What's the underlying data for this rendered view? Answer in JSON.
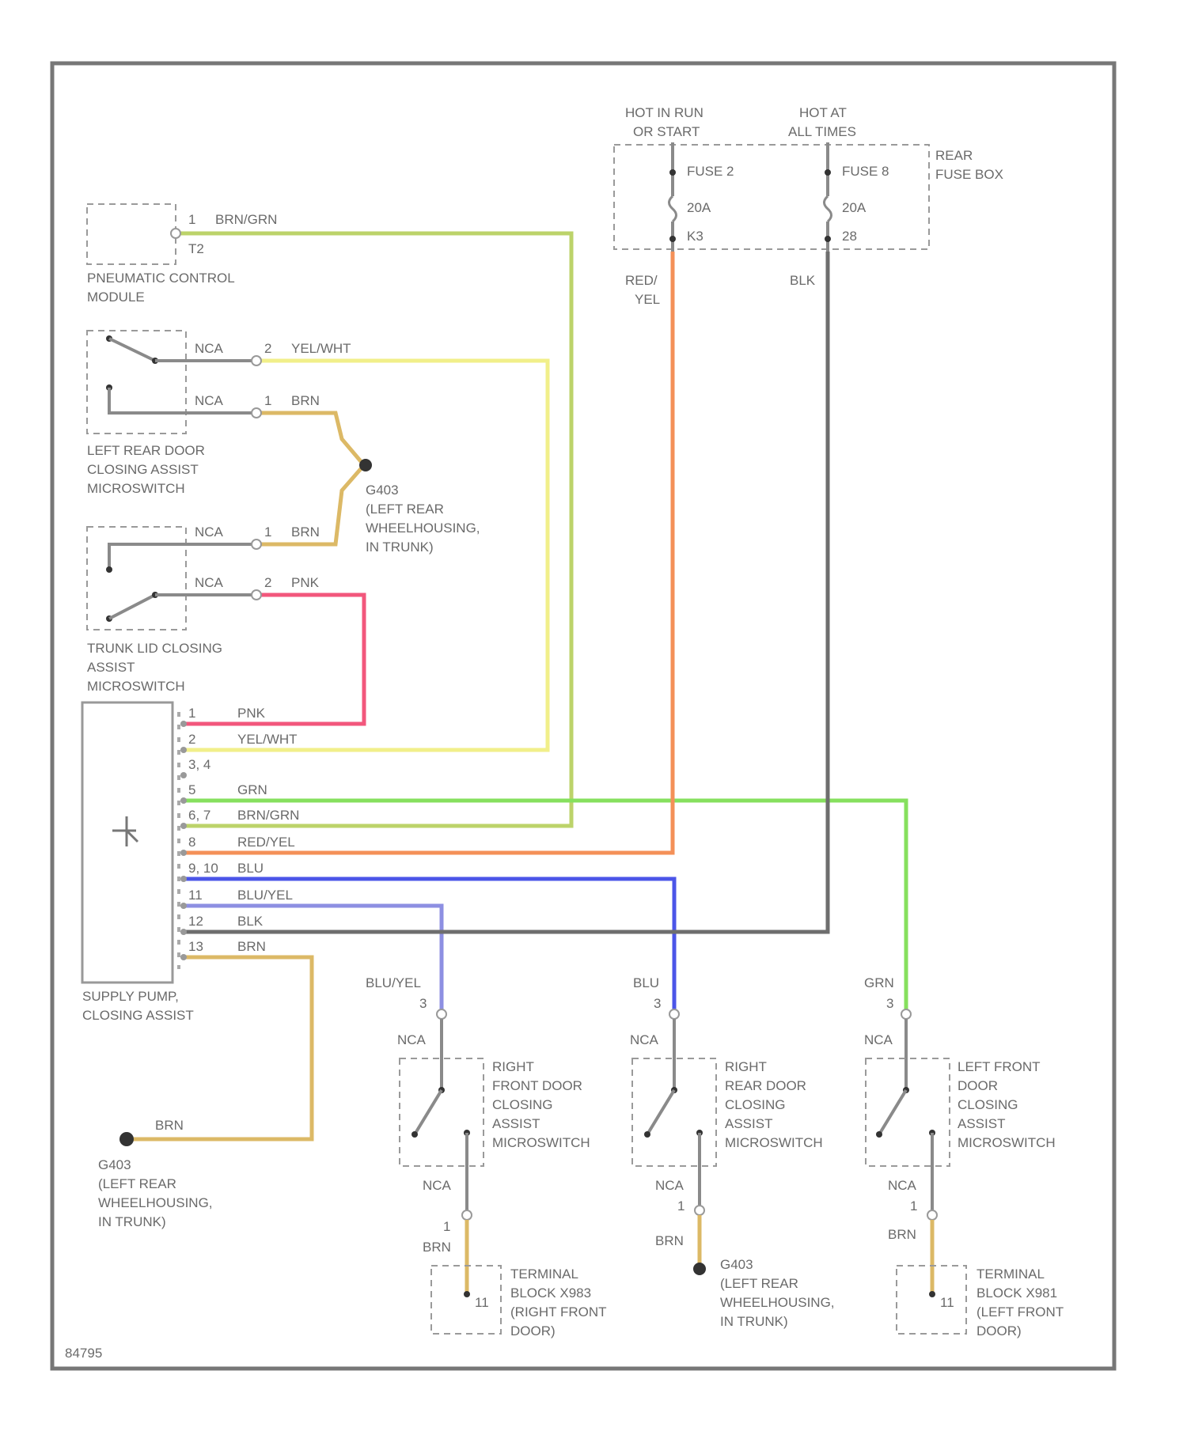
{
  "diagram_id": "84795",
  "power": {
    "hot_run": [
      "HOT IN RUN",
      "OR START"
    ],
    "hot_all": [
      "HOT AT",
      "ALL TIMES"
    ],
    "fuse2": {
      "name": "FUSE 2",
      "amps": "20A",
      "pin": "K3"
    },
    "fuse8": {
      "name": "FUSE 8",
      "amps": "20A",
      "pin": "28"
    },
    "fuse_box": [
      "REAR",
      "FUSE BOX"
    ],
    "red_yel_wire": [
      "RED/",
      "YEL"
    ],
    "blk_wire": "BLK"
  },
  "pcm": {
    "pin": "1",
    "wire": "BRN/GRN",
    "connector": "T2",
    "label": [
      "PNEUMATIC CONTROL",
      "MODULE"
    ]
  },
  "lr_door_switch": {
    "nca1": "NCA",
    "pin1": "2",
    "wire1": "YEL/WHT",
    "nca2": "NCA",
    "pin2": "1",
    "wire2": "BRN",
    "label": [
      "LEFT REAR DOOR",
      "CLOSING ASSIST",
      "MICROSWITCH"
    ]
  },
  "ground_g403_mid": [
    "G403",
    "(LEFT REAR",
    "WHEELHOUSING,",
    "IN TRUNK)"
  ],
  "trunk_switch": {
    "nca1": "NCA",
    "pin1": "1",
    "wire1": "BRN",
    "nca2": "NCA",
    "pin2": "2",
    "wire2": "PNK",
    "label": [
      "TRUNK LID CLOSING",
      "ASSIST",
      "MICROSWITCH"
    ]
  },
  "supply_pump": {
    "label": [
      "SUPPLY PUMP,",
      "CLOSING ASSIST"
    ],
    "rows": [
      {
        "pin": "1",
        "wire": "PNK"
      },
      {
        "pin": "2",
        "wire": "YEL/WHT"
      },
      {
        "pin": "3, 4",
        "wire": ""
      },
      {
        "pin": "5",
        "wire": "GRN"
      },
      {
        "pin": "6, 7",
        "wire": "BRN/GRN"
      },
      {
        "pin": "8",
        "wire": "RED/YEL"
      },
      {
        "pin": "9, 10",
        "wire": "BLU"
      },
      {
        "pin": "11",
        "wire": "BLU/YEL"
      },
      {
        "pin": "12",
        "wire": "BLK"
      },
      {
        "pin": "13",
        "wire": "BRN"
      }
    ]
  },
  "ground_g403_left": {
    "wire": "BRN",
    "label": [
      "G403",
      "(LEFT REAR",
      "WHEELHOUSING,",
      "IN TRUNK)"
    ]
  },
  "rf_switch": {
    "in_wire": "BLU/YEL",
    "in_pin": "3",
    "nca_top": "NCA",
    "label": [
      "RIGHT",
      "FRONT DOOR",
      "CLOSING",
      "ASSIST",
      "MICROSWITCH"
    ],
    "nca_bot": "NCA",
    "out_pin": "1",
    "out_wire": "BRN",
    "terminal": [
      "TERMINAL",
      "BLOCK X983",
      "(RIGHT FRONT",
      "DOOR)"
    ],
    "term_pin": "11"
  },
  "rr_switch": {
    "in_wire": "BLU",
    "in_pin": "3",
    "nca_top": "NCA",
    "label": [
      "RIGHT",
      "REAR DOOR",
      "CLOSING",
      "ASSIST",
      "MICROSWITCH"
    ],
    "nca_bot": "NCA",
    "out_pin": "1",
    "out_wire": "BRN",
    "ground": [
      "G403",
      "(LEFT REAR",
      "WHEELHOUSING,",
      "IN TRUNK)"
    ]
  },
  "lf_switch": {
    "in_wire": "GRN",
    "in_pin": "3",
    "nca_top": "NCA",
    "label": [
      "LEFT FRONT",
      "DOOR",
      "CLOSING",
      "ASSIST",
      "MICROSWITCH"
    ],
    "nca_bot": "NCA",
    "out_pin": "1",
    "out_wire": "BRN",
    "terminal": [
      "TERMINAL",
      "BLOCK X981",
      "(LEFT FRONT",
      "DOOR)"
    ],
    "term_pin": "11"
  },
  "colors": {
    "brn_grn": "#bcd36a",
    "yel_wht": "#f1ef8a",
    "brn": "#dcb966",
    "pnk": "#f2577c",
    "grn": "#86e05e",
    "red_yel": "#f49058",
    "blu": "#4b55e8",
    "blu_yel": "#8d8fe2",
    "blk": "#6e6e6e"
  }
}
